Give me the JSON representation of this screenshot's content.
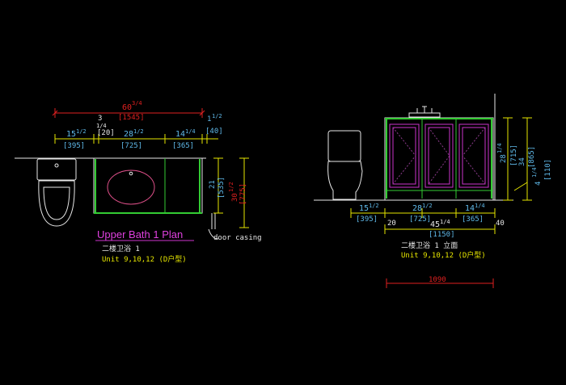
{
  "colors": {
    "background": "#000000",
    "white": "#e8e8e8",
    "green": "#33cc33",
    "magenta": "#cc33cc",
    "yellow": "#e6e600",
    "red": "#e02020",
    "cyan": "#5fb8e8",
    "pink": "#e0508a"
  },
  "plan": {
    "title": "Upper Bath 1 Plan",
    "subtitle": "二楼卫浴 1",
    "unit_note": "Unit 9,10,12 (D户型)",
    "door_note": "door casing",
    "overall_dim": "60",
    "overall_frac": "3/4",
    "overall_mm": "[1545]",
    "d1": "15",
    "d1_frac": "1/2",
    "d1_mm": "[395]",
    "d2": "3",
    "d2_frac": "1/4",
    "d2_mm": "[20]",
    "d3": "28",
    "d3_frac": "1/2",
    "d3_mm": "[725]",
    "d4": "14",
    "d4_frac": "1/4",
    "d4_mm": "[365]",
    "d5": "1",
    "d5_frac": "1/2",
    "d5_mm": "[40]",
    "depth1": "21",
    "depth1_mm": "[535]",
    "depth2": "30",
    "depth2_frac": "1/2",
    "depth2_mm": "[775]"
  },
  "elevation": {
    "subtitle": "二楼卫浴 1 立面",
    "unit_note": "Unit 9,10,12 (D户型)",
    "d1": "15",
    "d1_frac": "1/2",
    "d1_mm": "[395]",
    "d2": "28",
    "d2_frac": "1/2",
    "d2_mm": "[725]",
    "d3": "14",
    "d3_frac": "1/4",
    "d3_mm": "[365]",
    "gap_left": "20",
    "gap_right": "40",
    "overall": "45",
    "overall_frac": "1/4",
    "overall_mm": "[1150]",
    "bottom_dim": "1090",
    "h1": "28",
    "h1_frac": "1/4",
    "h1_mm": "[715]",
    "h2": "34",
    "h2_mm": "[865]",
    "h3": "4",
    "h3_frac": "1/4",
    "h3_mm": "[110]"
  }
}
